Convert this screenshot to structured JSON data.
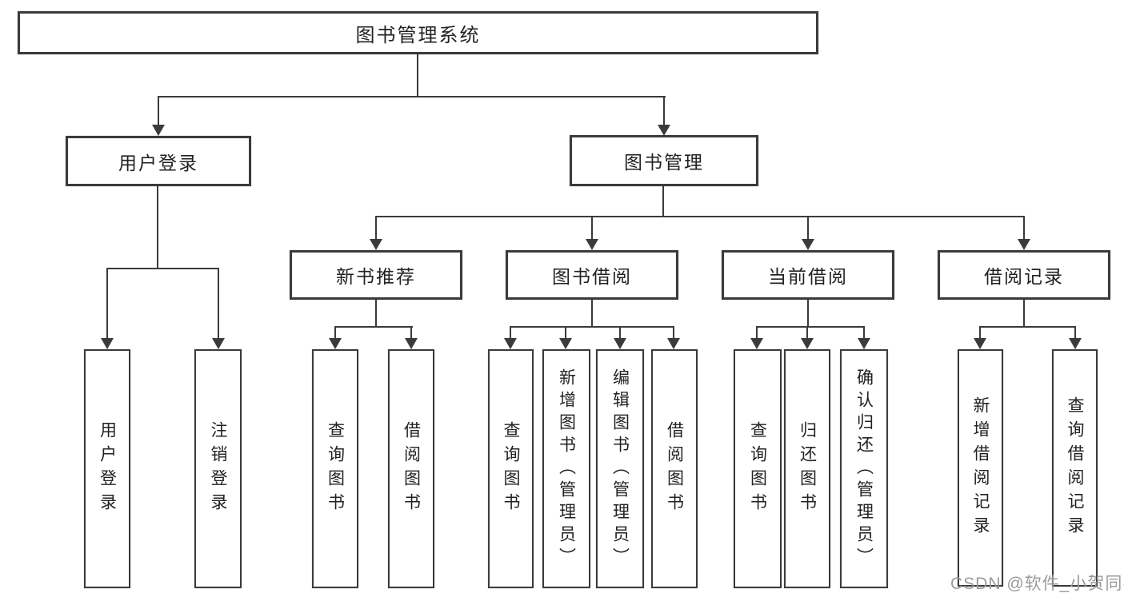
{
  "diagram": {
    "root": {
      "label": "图书管理系统"
    },
    "level2": [
      {
        "label": "用户登录"
      },
      {
        "label": "图书管理"
      }
    ],
    "level3": [
      {
        "label": "新书推荐"
      },
      {
        "label": "图书借阅"
      },
      {
        "label": "当前借阅"
      },
      {
        "label": "借阅记录"
      }
    ],
    "leaves": [
      {
        "label": "用户登录"
      },
      {
        "label": "注销登录"
      },
      {
        "label": "查询图书"
      },
      {
        "label": "借阅图书"
      },
      {
        "label": "查询图书"
      },
      {
        "label": "新增图书（管理员）"
      },
      {
        "label": "编辑图书（管理员）"
      },
      {
        "label": "借阅图书"
      },
      {
        "label": "查询图书"
      },
      {
        "label": "归还图书"
      },
      {
        "label": "确认归还（管理员）"
      },
      {
        "label": "新增借阅记录"
      },
      {
        "label": "查询借阅记录"
      }
    ]
  },
  "watermark": {
    "text": "CSDN @软件_小贺同学"
  },
  "colors": {
    "line": "#3b3b3b",
    "text": "#222222",
    "watermark": "#9b9b9b",
    "background": "#ffffff"
  }
}
